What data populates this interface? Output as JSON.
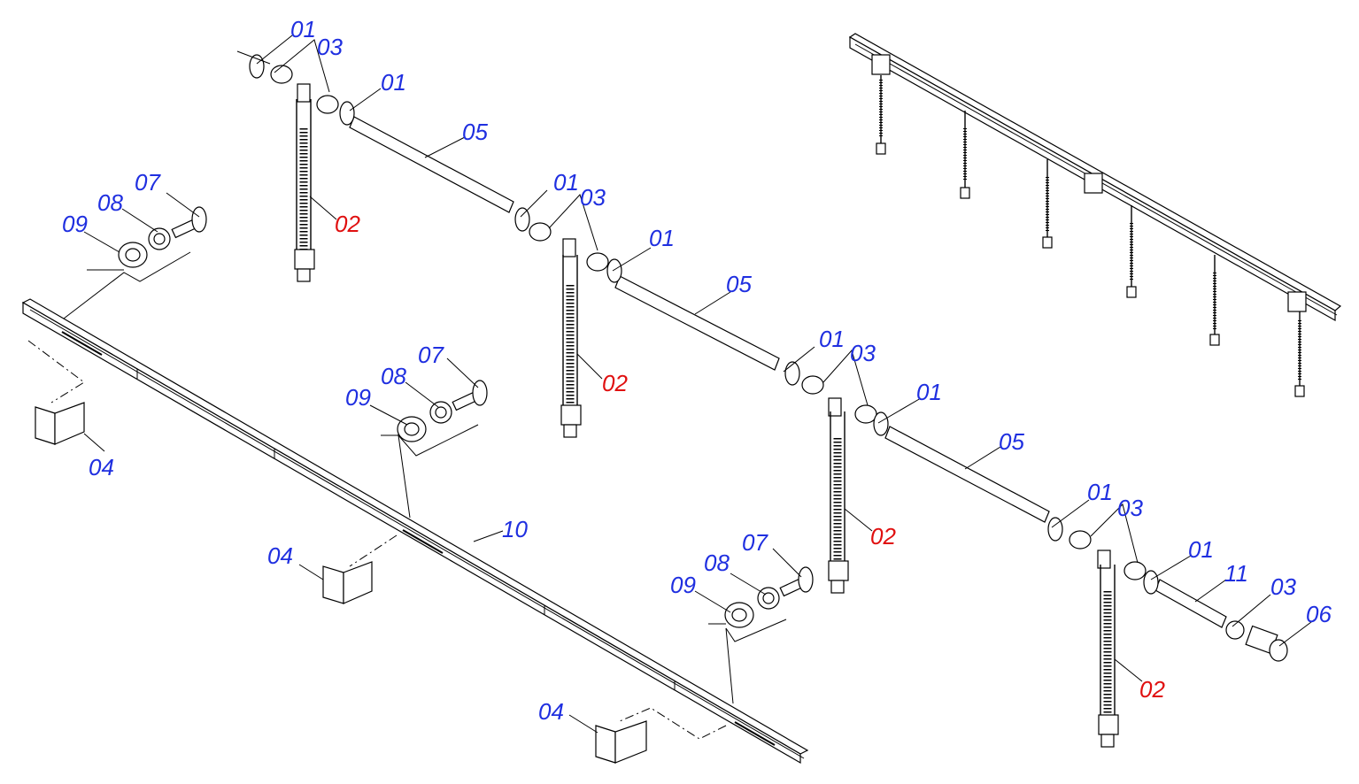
{
  "colors": {
    "callout_standard": "#1f2fe0",
    "callout_highlight": "#e01010",
    "line": "#000000"
  },
  "callouts": [
    {
      "text": "01",
      "color": "blue"
    },
    {
      "text": "03",
      "color": "blue"
    },
    {
      "text": "01",
      "color": "blue"
    },
    {
      "text": "05",
      "color": "blue"
    },
    {
      "text": "02",
      "color": "red"
    },
    {
      "text": "07",
      "color": "blue"
    },
    {
      "text": "08",
      "color": "blue"
    },
    {
      "text": "09",
      "color": "blue"
    },
    {
      "text": "01",
      "color": "blue"
    },
    {
      "text": "03",
      "color": "blue"
    },
    {
      "text": "01",
      "color": "blue"
    },
    {
      "text": "05",
      "color": "blue"
    },
    {
      "text": "02",
      "color": "red"
    },
    {
      "text": "04",
      "color": "blue"
    },
    {
      "text": "07",
      "color": "blue"
    },
    {
      "text": "08",
      "color": "blue"
    },
    {
      "text": "09",
      "color": "blue"
    },
    {
      "text": "01",
      "color": "blue"
    },
    {
      "text": "03",
      "color": "blue"
    },
    {
      "text": "01",
      "color": "blue"
    },
    {
      "text": "05",
      "color": "blue"
    },
    {
      "text": "02",
      "color": "red"
    },
    {
      "text": "10",
      "color": "blue"
    },
    {
      "text": "04",
      "color": "blue"
    },
    {
      "text": "07",
      "color": "blue"
    },
    {
      "text": "08",
      "color": "blue"
    },
    {
      "text": "09",
      "color": "blue"
    },
    {
      "text": "01",
      "color": "blue"
    },
    {
      "text": "03",
      "color": "blue"
    },
    {
      "text": "01",
      "color": "blue"
    },
    {
      "text": "11",
      "color": "blue"
    },
    {
      "text": "03",
      "color": "blue"
    },
    {
      "text": "06",
      "color": "blue"
    },
    {
      "text": "02",
      "color": "red"
    },
    {
      "text": "04",
      "color": "blue"
    }
  ]
}
